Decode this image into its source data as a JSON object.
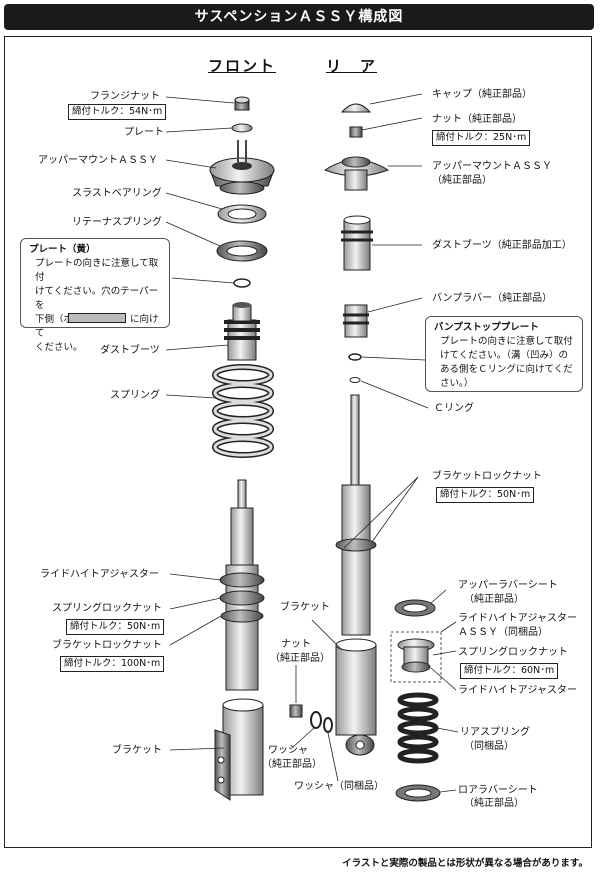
{
  "title": "サスペンションＡＳＳＹ構成図",
  "sections": {
    "front": "フロント",
    "rear": "リ　ア"
  },
  "front_labels": {
    "flange_nut": "フランジナット",
    "flange_nut_torque": "締付トルク：54N･m",
    "plate": "プレート",
    "upper_mount": "アッパーマウントＡＳＳＹ",
    "thrust_bearing": "スラストベアリング",
    "retainer_spring": "リテーナスプリング",
    "dust_boots": "ダストブーツ",
    "spring": "スプリング",
    "ride_height_adjuster": "ライドハイトアジャスター",
    "spring_lock_nut": "スプリングロックナット",
    "spring_lock_nut_torque": "締付トルク：50N･m",
    "bracket_lock_nut": "ブラケットロックナット",
    "bracket_lock_nut_torque": "締付トルク：100N･m",
    "bracket": "ブラケット"
  },
  "front_note": {
    "title": "プレート（黄）",
    "lines": [
      "プレートの向きに注意して取付",
      "けてください。穴のテーパーを",
      "下側（ボルト根元側）に向けて",
      "ください。"
    ]
  },
  "rear_labels": {
    "cap": "キャップ（純正部品）",
    "nut": "ナット（純正部品）",
    "nut_torque": "締付トルク：25N･m",
    "upper_mount": "アッパーマウントＡＳＳＹ",
    "upper_mount_sub": "（純正部品）",
    "dust_boots": "ダストブーツ（純正部品加工）",
    "bump_rubber": "バンプラバー（純正部品）",
    "c_ring": "Ｃリング",
    "bracket_lock_nut": "ブラケットロックナット",
    "bracket_lock_nut_torque": "締付トルク：50N･m",
    "upper_rubber_seat": "アッパーラバーシート",
    "upper_rubber_seat_sub": "（純正部品）",
    "rh_adjuster_assy": "ライドハイトアジャスター",
    "rh_adjuster_assy_sub": "ＡＳＳＹ（同梱品）",
    "spring_lock_nut": "スプリングロックナット",
    "spring_lock_nut_torque": "締付トルク：60N･m",
    "ride_height_adjuster": "ライドハイトアジャスター",
    "rear_spring": "リアスプリング",
    "rear_spring_sub": "（同梱品）",
    "lower_rubber_seat": "ロアラバーシート",
    "lower_rubber_seat_sub": "（純正部品）",
    "bracket": "ブラケット",
    "bracket_nut": "ナット",
    "bracket_nut_sub": "（純正部品）",
    "washer_genuine": "ワッシャ",
    "washer_genuine_sub": "（純正部品）",
    "washer_bundled": "ワッシャ（同梱品）"
  },
  "rear_note": {
    "title": "バンプストッププレート",
    "lines": [
      "プレートの向きに注意して取付",
      "けてください。（溝（凹み）の",
      "ある側をＣリングに向けてくだ",
      "さい。）"
    ]
  },
  "footer": "イラストと実際の製品とは形状が異なる場合があります。"
}
